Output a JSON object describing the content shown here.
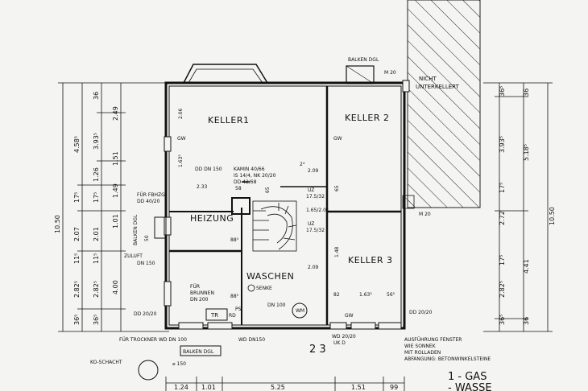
{
  "rooms": {
    "keller1": "KELLER1",
    "keller2": "KELLER 2",
    "keller3": "KELLER 3",
    "heizung": "HEIZUNG",
    "waschen": "WASCHEN"
  },
  "labels": {
    "balken_top": "BALKEN DGL",
    "m20_top": "M 20",
    "nicht": "NICHT",
    "unterkellert": "UNTERKELLERT",
    "m20_bottom": "M 20",
    "dd_dn150": "DD  DN 150",
    "kamin1": "KAMIN 40/66",
    "kamin2": "IS 14/4, NK 20/20",
    "kamin3": "DD 42/68",
    "fur_fbhzg": "FÜR FBHZG",
    "dd_40_20": "DD 40/20",
    "balken_dgl_left": "BALKEN DGL",
    "zuluft": "ZULUFT",
    "zuluft_dn": "DN 150",
    "fur_brunnen": "FÜR",
    "brunnen": "BRUNNEN",
    "brunnen_dn": "DN 200",
    "senke": "SENKE",
    "dd_20_20_left": "DD 20/20",
    "dd_20_20_right": "DD 20/20",
    "fur_trockner": "FÜR TROCKNER WD DN 100",
    "wd_dn150": "WD DN150",
    "balken_dgl_bottom": "BALKEN DGL",
    "ko_schacht": "KO-SCHACHT",
    "dia150": "⌀ 150",
    "tr": "TR",
    "rd": "RD",
    "ps": "PS",
    "wm": "WM",
    "dn100": "DN 100",
    "gw1": "GW",
    "gw2": "GW",
    "gw3": "GW",
    "uz1": "UZ",
    "uz1b": "17.5/32",
    "uz2": "UZ",
    "uz2b": "17.5/32",
    "wd_uk": "WD 20/20",
    "uk_d": "UK D",
    "n23": "2 3",
    "note1": "AUSFÜHRUNG FENSTER",
    "note2": "WIE SONNEK",
    "note3": "MIT ROLLADEN",
    "note4": "ABFANGUNG: BETONWINKELSTEINE",
    "gas": "1 - GAS",
    "wasser": "- WASSE"
  },
  "dims_left_outer": [
    "10.50"
  ],
  "dims_left_col1": [
    "4.58⁵",
    "2.07",
    "2.82⁵",
    "36⁵",
    "11⁵",
    "17⁵"
  ],
  "dims_left_col2": [
    "36",
    "3.93⁵",
    "1.51",
    "17⁵",
    "2.01",
    "11⁵",
    "2.82⁵",
    "36⁵"
  ],
  "dims_left_col3": [
    "2.49",
    "1.26",
    "1.49",
    "1.01",
    "4.00"
  ],
  "dims_right_col1": [
    "36⁵",
    "3.93⁵",
    "17⁵",
    "2.72",
    "17⁵",
    "2.82⁵",
    "36⁵"
  ],
  "dims_right_col2": [
    "36",
    "5.18⁵",
    "4.41",
    "36"
  ],
  "dims_right_outer": [
    "10.50"
  ],
  "dims_bottom": [
    "1.24",
    "1.01",
    "5.25",
    "1.51",
    "99"
  ],
  "dims_interior": [
    "2.06",
    "1.63⁵",
    "2.33",
    "58",
    "65",
    "2.09",
    "2⁴",
    "65",
    "1.63⁵",
    "56⁵",
    "82",
    "1.65/2.01",
    "2.09",
    "88⁵",
    "88⁵",
    "1.48",
    "50"
  ]
}
